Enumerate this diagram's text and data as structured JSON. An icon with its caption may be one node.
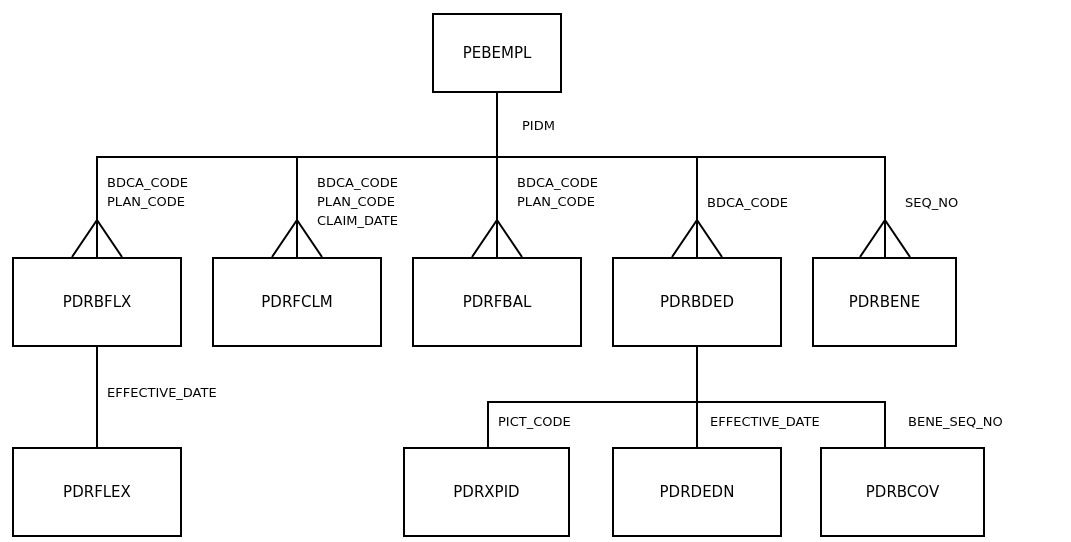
{
  "diagram": {
    "nodes": [
      {
        "text": [
          "PEBEMPL"
        ]
      },
      {
        "text": [
          "PDRBFLX"
        ]
      },
      {
        "text": [
          "PDRFCLM"
        ]
      },
      {
        "text": [
          "PDRFBAL"
        ]
      },
      {
        "text": [
          "PDRBDED"
        ]
      },
      {
        "text": [
          "PDRBENE"
        ]
      },
      {
        "text": [
          "PDRFLEX"
        ]
      },
      {
        "text": [
          "PDRXPID"
        ]
      },
      {
        "text": [
          "PDRDEDN"
        ]
      },
      {
        "text": [
          "PDRBCOV"
        ]
      }
    ],
    "edges": [
      {
        "from": 0,
        "to": 1,
        "arrow": "other",
        "label": "BDCA_CODE PLAN_CODE"
      },
      {
        "from": 0,
        "to": 2,
        "arrow": "other",
        "label": "BDCA_CODE PLAN_CODE CLAIM_DATE"
      },
      {
        "from": 0,
        "to": 3,
        "arrow": "other",
        "label": "BDCA_CODE PLAN_CODE"
      },
      {
        "from": 0,
        "to": 4,
        "arrow": "other",
        "label": "BDCA_CODE"
      },
      {
        "from": 0,
        "to": 5,
        "arrow": "other",
        "label": "SEQ_NO"
      },
      {
        "from": 1,
        "to": 6,
        "arrow": "none",
        "label": "EFFECTIVE_DATE"
      },
      {
        "from": 4,
        "to": 7,
        "arrow": "none",
        "label": "PICT_CODE"
      },
      {
        "from": 4,
        "to": 8,
        "arrow": "none",
        "label": "EFFECTIVE_DATE"
      },
      {
        "from": 4,
        "to": 9,
        "arrow": "none",
        "label": "BENE_SEQ_NO"
      }
    ],
    "labels": [
      "PIDM"
    ]
  }
}
